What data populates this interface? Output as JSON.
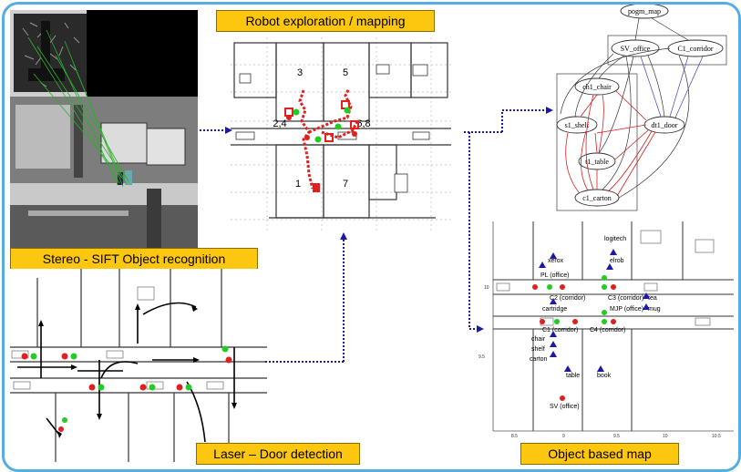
{
  "labels": {
    "robot": "Robot exploration / mapping",
    "stereo": "Stereo - SIFT Object recognition",
    "laser": "Laser – Door detection",
    "object_map": "Object based map"
  },
  "exploration_rooms": [
    "3",
    "5",
    "2,4",
    "6,8",
    "1",
    "7"
  ],
  "graph": {
    "root": "pogm_map",
    "level1": [
      "SV_office",
      "C1_corridor"
    ],
    "nodes": [
      "ch1_chair",
      "s1_shelf",
      "dt1_door",
      "t1_table",
      "c1_carton"
    ]
  },
  "object_map": {
    "places": [
      "logitech",
      "xerox",
      "elrob",
      "PL (office)",
      "C2 (corridor)",
      "C3 (corridor)",
      "tea",
      "cartridge",
      "MJP (office)",
      "mug",
      "C1 (corridor)",
      "C4 (corridor)",
      "chair",
      "shelf",
      "carton",
      "table",
      "book",
      "SV (office)"
    ],
    "x_ticks": [
      "8.5",
      "9",
      "9.5",
      "10",
      "10.5"
    ],
    "y_ticks": [
      "10",
      "9.5"
    ]
  },
  "colors": {
    "frame": "#56aee0",
    "label_bg": "#fdc70f",
    "arrow": "#1a1aa6",
    "robot_path": "#e31e1e",
    "node_green": "#22cc22"
  }
}
